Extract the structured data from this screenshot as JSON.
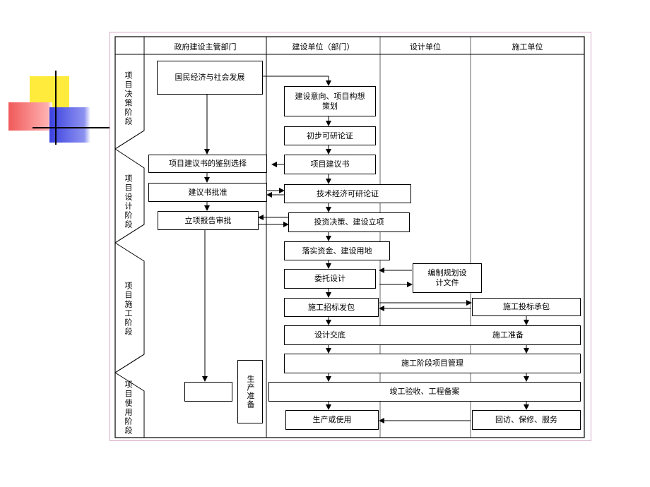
{
  "columns": [
    "政府建设主管部门",
    "建设单位（部门）",
    "设计单位",
    "施工单位"
  ],
  "stages": [
    "项目决策阶段",
    "项目设计阶段",
    "项目施工阶段",
    "项目使用阶段"
  ],
  "boxes": {
    "national_econ": "国民经济与社会发展",
    "intent_plan": "建设意向、项目构想策划",
    "prelim_study": "初步可研论证",
    "proposal": "项目建议书",
    "gov_screen": "项目建议书的鉴别选择",
    "proposal_approval": "建议书批准",
    "feasibility": "技术经济可研论证",
    "report_approval": "立项报告审批",
    "invest_decision": "投资决策、建设立项",
    "fund_land": "落实资金、建设用地",
    "entrust_design": "委托设计",
    "design_docs": "编制规划设计文件",
    "tender": "施工招标发包",
    "bid": "施工投标承包",
    "design_handover": "设计交底",
    "construction_prep": "施工准备",
    "construction_mgmt": "施工阶段项目管理",
    "completion": "竣工验收、工程备案",
    "production_use": "生产或使用",
    "revisit": "回访、保修、服务",
    "production_prep": "生产准备",
    "gov_empty": ""
  },
  "colors": {
    "frame_border": "#d9a7c7",
    "deco_yellow": "#ffeb3b",
    "deco_red": "#f05a5a",
    "deco_blue": "#3b42e0",
    "line": "#000000"
  }
}
